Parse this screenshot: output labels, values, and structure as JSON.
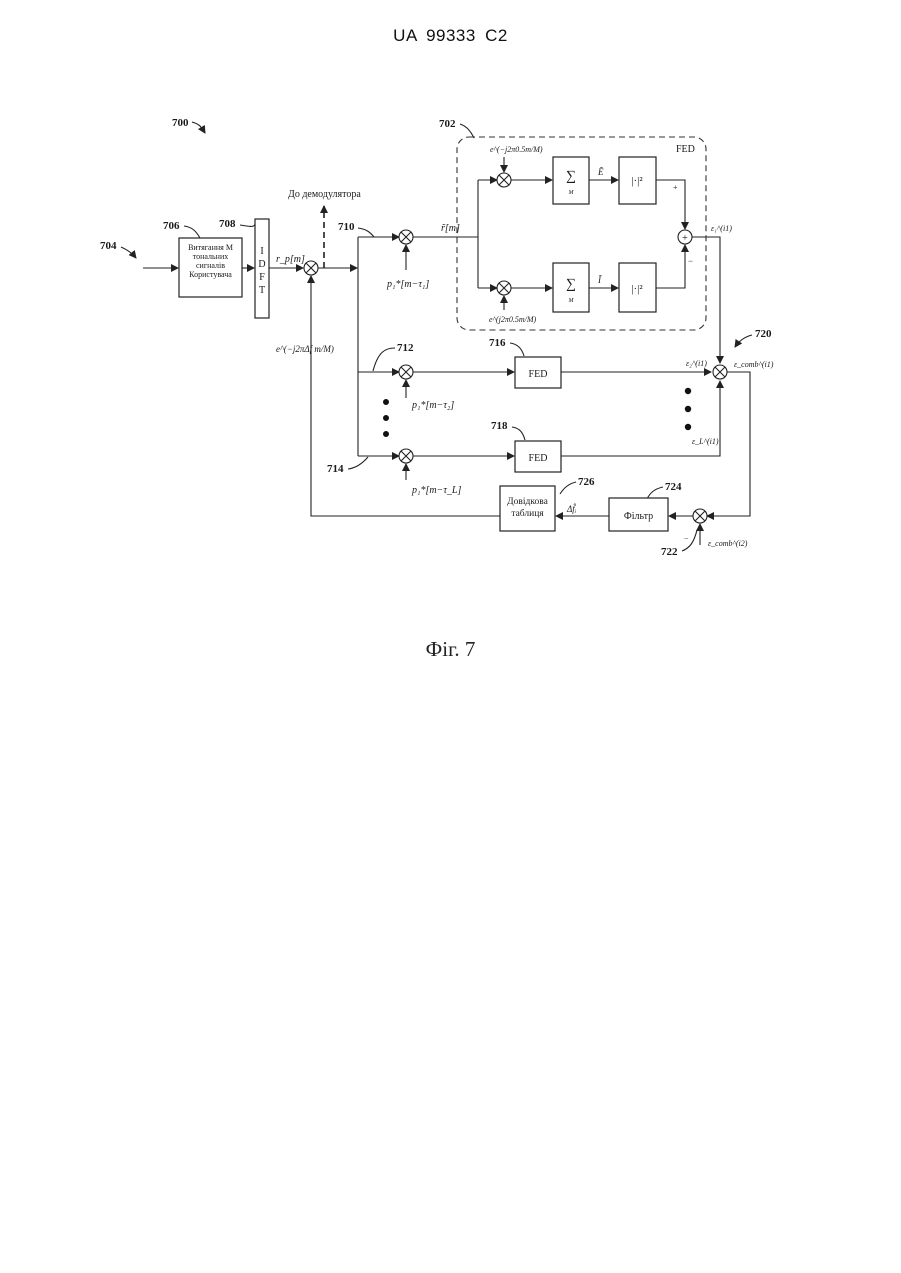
{
  "header": {
    "patent_number": "UA   99333   C2"
  },
  "figure": {
    "caption": "Фіг. 7",
    "refs": {
      "r700": "700",
      "r702": "702",
      "r704": "704",
      "r706": "706",
      "r708": "708",
      "r710": "710",
      "r712": "712",
      "r714": "714",
      "r716": "716",
      "r718": "718",
      "r720": "720",
      "r722": "722",
      "r724": "724",
      "r726": "726"
    },
    "blocks": {
      "extract_l1": "Витягання М",
      "extract_l2": "тональних",
      "extract_l3": "сигналів",
      "extract_l4": "Користувача",
      "idft_1": "I",
      "idft_2": "D",
      "idft_3": "F",
      "idft_4": "T",
      "fed_group": "FED",
      "fed_716": "FED",
      "fed_718": "FED",
      "lookup_l1": "Довідкова",
      "lookup_l2": "таблиця",
      "filter": "Фільтр",
      "sum_top": "∑",
      "sum_top_sub": "M",
      "sum_bot": "∑",
      "sum_bot_sub": "M",
      "abs_top": "|·|²",
      "abs_bot": "|·|²"
    },
    "signals": {
      "to_demod": "До демодулятора",
      "rp": "r_p[m]",
      "r_tilde": "r̃[m]",
      "exp_top": "e^(−j2π0.5m/M)",
      "exp_bot": "e^(j2π0.5m/M)",
      "exp_left": "e^(−j2πΔf m/M)",
      "e_tilde": "Ẽ",
      "l_tilde": "Ĩ",
      "p1": "p₁*[m−τ₁]",
      "p2": "p₁*[m−τ₂]",
      "pl": "p₁*[m−τ_L]",
      "eps1": "ε₁^(i1)",
      "eps2": "ε₂^(i1)",
      "epsL": "ε_L^(i1)",
      "eps_comb": "ε_comb^(i1)",
      "eps_comb2": "ε_comb^(i2)",
      "delta_f": "Δf̂ᵢ",
      "plus": "+",
      "minus": "−",
      "plus_sum": "+",
      "minus_sum": "−"
    }
  }
}
